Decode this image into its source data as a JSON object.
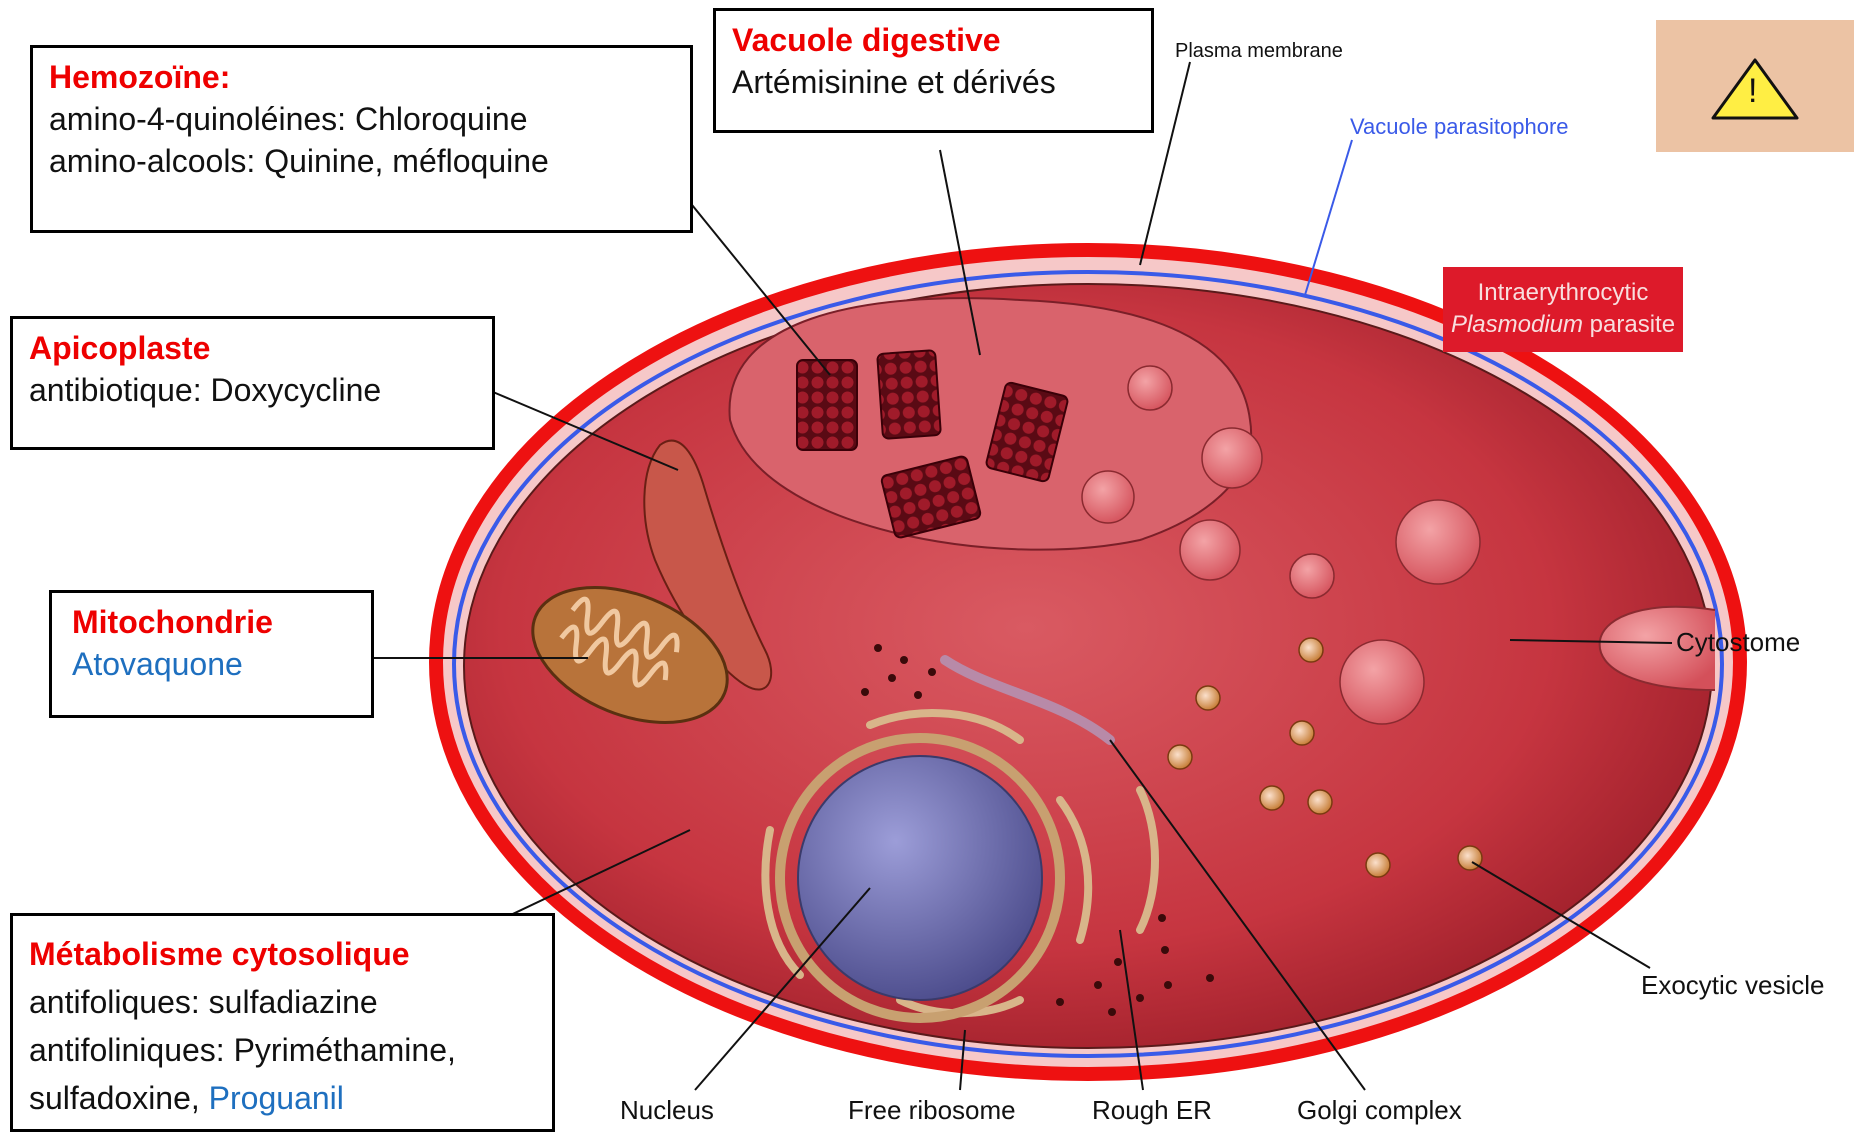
{
  "boxes": {
    "hemozoine": {
      "title": "Hemozoïne:",
      "line1": "amino-4-quinoléines: Chloroquine",
      "line2": "amino-alcools: Quinine, méfloquine"
    },
    "vacuole": {
      "title": "Vacuole digestive",
      "line1": "Artémisinine et dérivés"
    },
    "apicoplaste": {
      "title": "Apicoplaste",
      "line1": "antibiotique: Doxycycline"
    },
    "mitochondrie": {
      "title": "Mitochondrie",
      "line1": "Atovaquone"
    },
    "metabolisme": {
      "title": "Métabolisme cytosolique",
      "line1": "antifoliques: sulfadiazine",
      "line2": "antifoliniques: Pyriméthamine,",
      "line3a": "sulfadoxine, ",
      "line3b": "Proguanil"
    }
  },
  "labels": {
    "plasma_membrane": "Plasma membrane",
    "vacuole_parasitophore": "Vacuole parasitophore",
    "cytostome": "Cytostome",
    "exocytic_vesicle": "Exocytic vesicle",
    "nucleus": "Nucleus",
    "free_ribosome": "Free ribosome",
    "rough_er": "Rough ER",
    "golgi_complex": "Golgi complex",
    "tag_line1": "Intraerythrocytic",
    "tag_line2_italic": "Plasmodium",
    "tag_line2_rest": " parasite",
    "warning_glyph": "!"
  },
  "colors": {
    "title_red": "#ee0000",
    "drug_blue": "#1e6fbf",
    "outer_membrane": "#ee1111",
    "parasitophore_membrane": "#3a5ae8",
    "cytoplasm": "#c8353f",
    "warning_bg": "#ecc3a4"
  }
}
